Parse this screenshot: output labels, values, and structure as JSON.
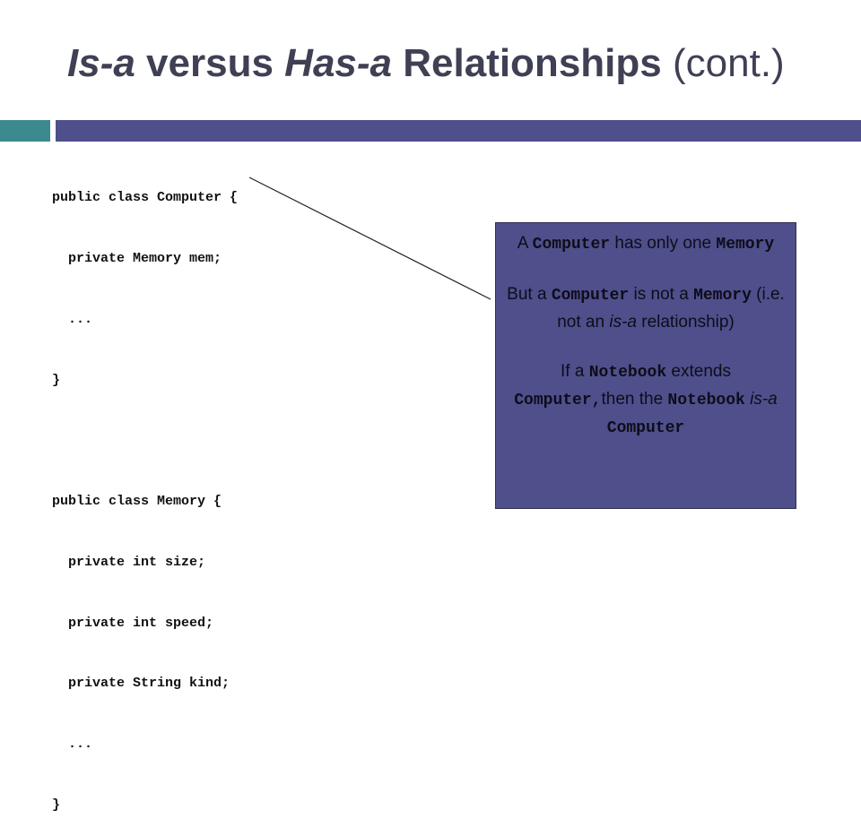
{
  "title": {
    "is_a": "Is-a",
    "versus": " versus ",
    "has_a": "Has-a",
    "relationships": " Relationships ",
    "cont": "(cont.)"
  },
  "code": {
    "lines": [
      "public class Computer {",
      "  private Memory mem;",
      "  ...",
      "}",
      "",
      "public class Memory {",
      "  private int size;",
      "  private int speed;",
      "  private String kind;",
      "  ...",
      "}"
    ]
  },
  "callout": {
    "p1_a": "A ",
    "p1_code1": "Computer",
    "p1_b": " has only one ",
    "p1_code2": "Memory",
    "p2_a": "But a ",
    "p2_code1": "Computer",
    "p2_b": " is not a ",
    "p2_code2": "Memory",
    "p2_c": " (i.e. not an ",
    "p2_em": "is-a",
    "p2_d": " relationship)",
    "p3_a": "If a ",
    "p3_code1": "Notebook",
    "p3_b": " extends ",
    "p3_code2": "Computer,",
    "p3_c": "then the ",
    "p3_code3": "Notebook",
    "p3_d": " ",
    "p3_em": "is-a",
    "p3_e": " ",
    "p3_code4": "Computer"
  },
  "colors": {
    "title": "#3f4054",
    "accent_teal": "#3c8a8e",
    "accent_blue": "#4f4f8c"
  }
}
